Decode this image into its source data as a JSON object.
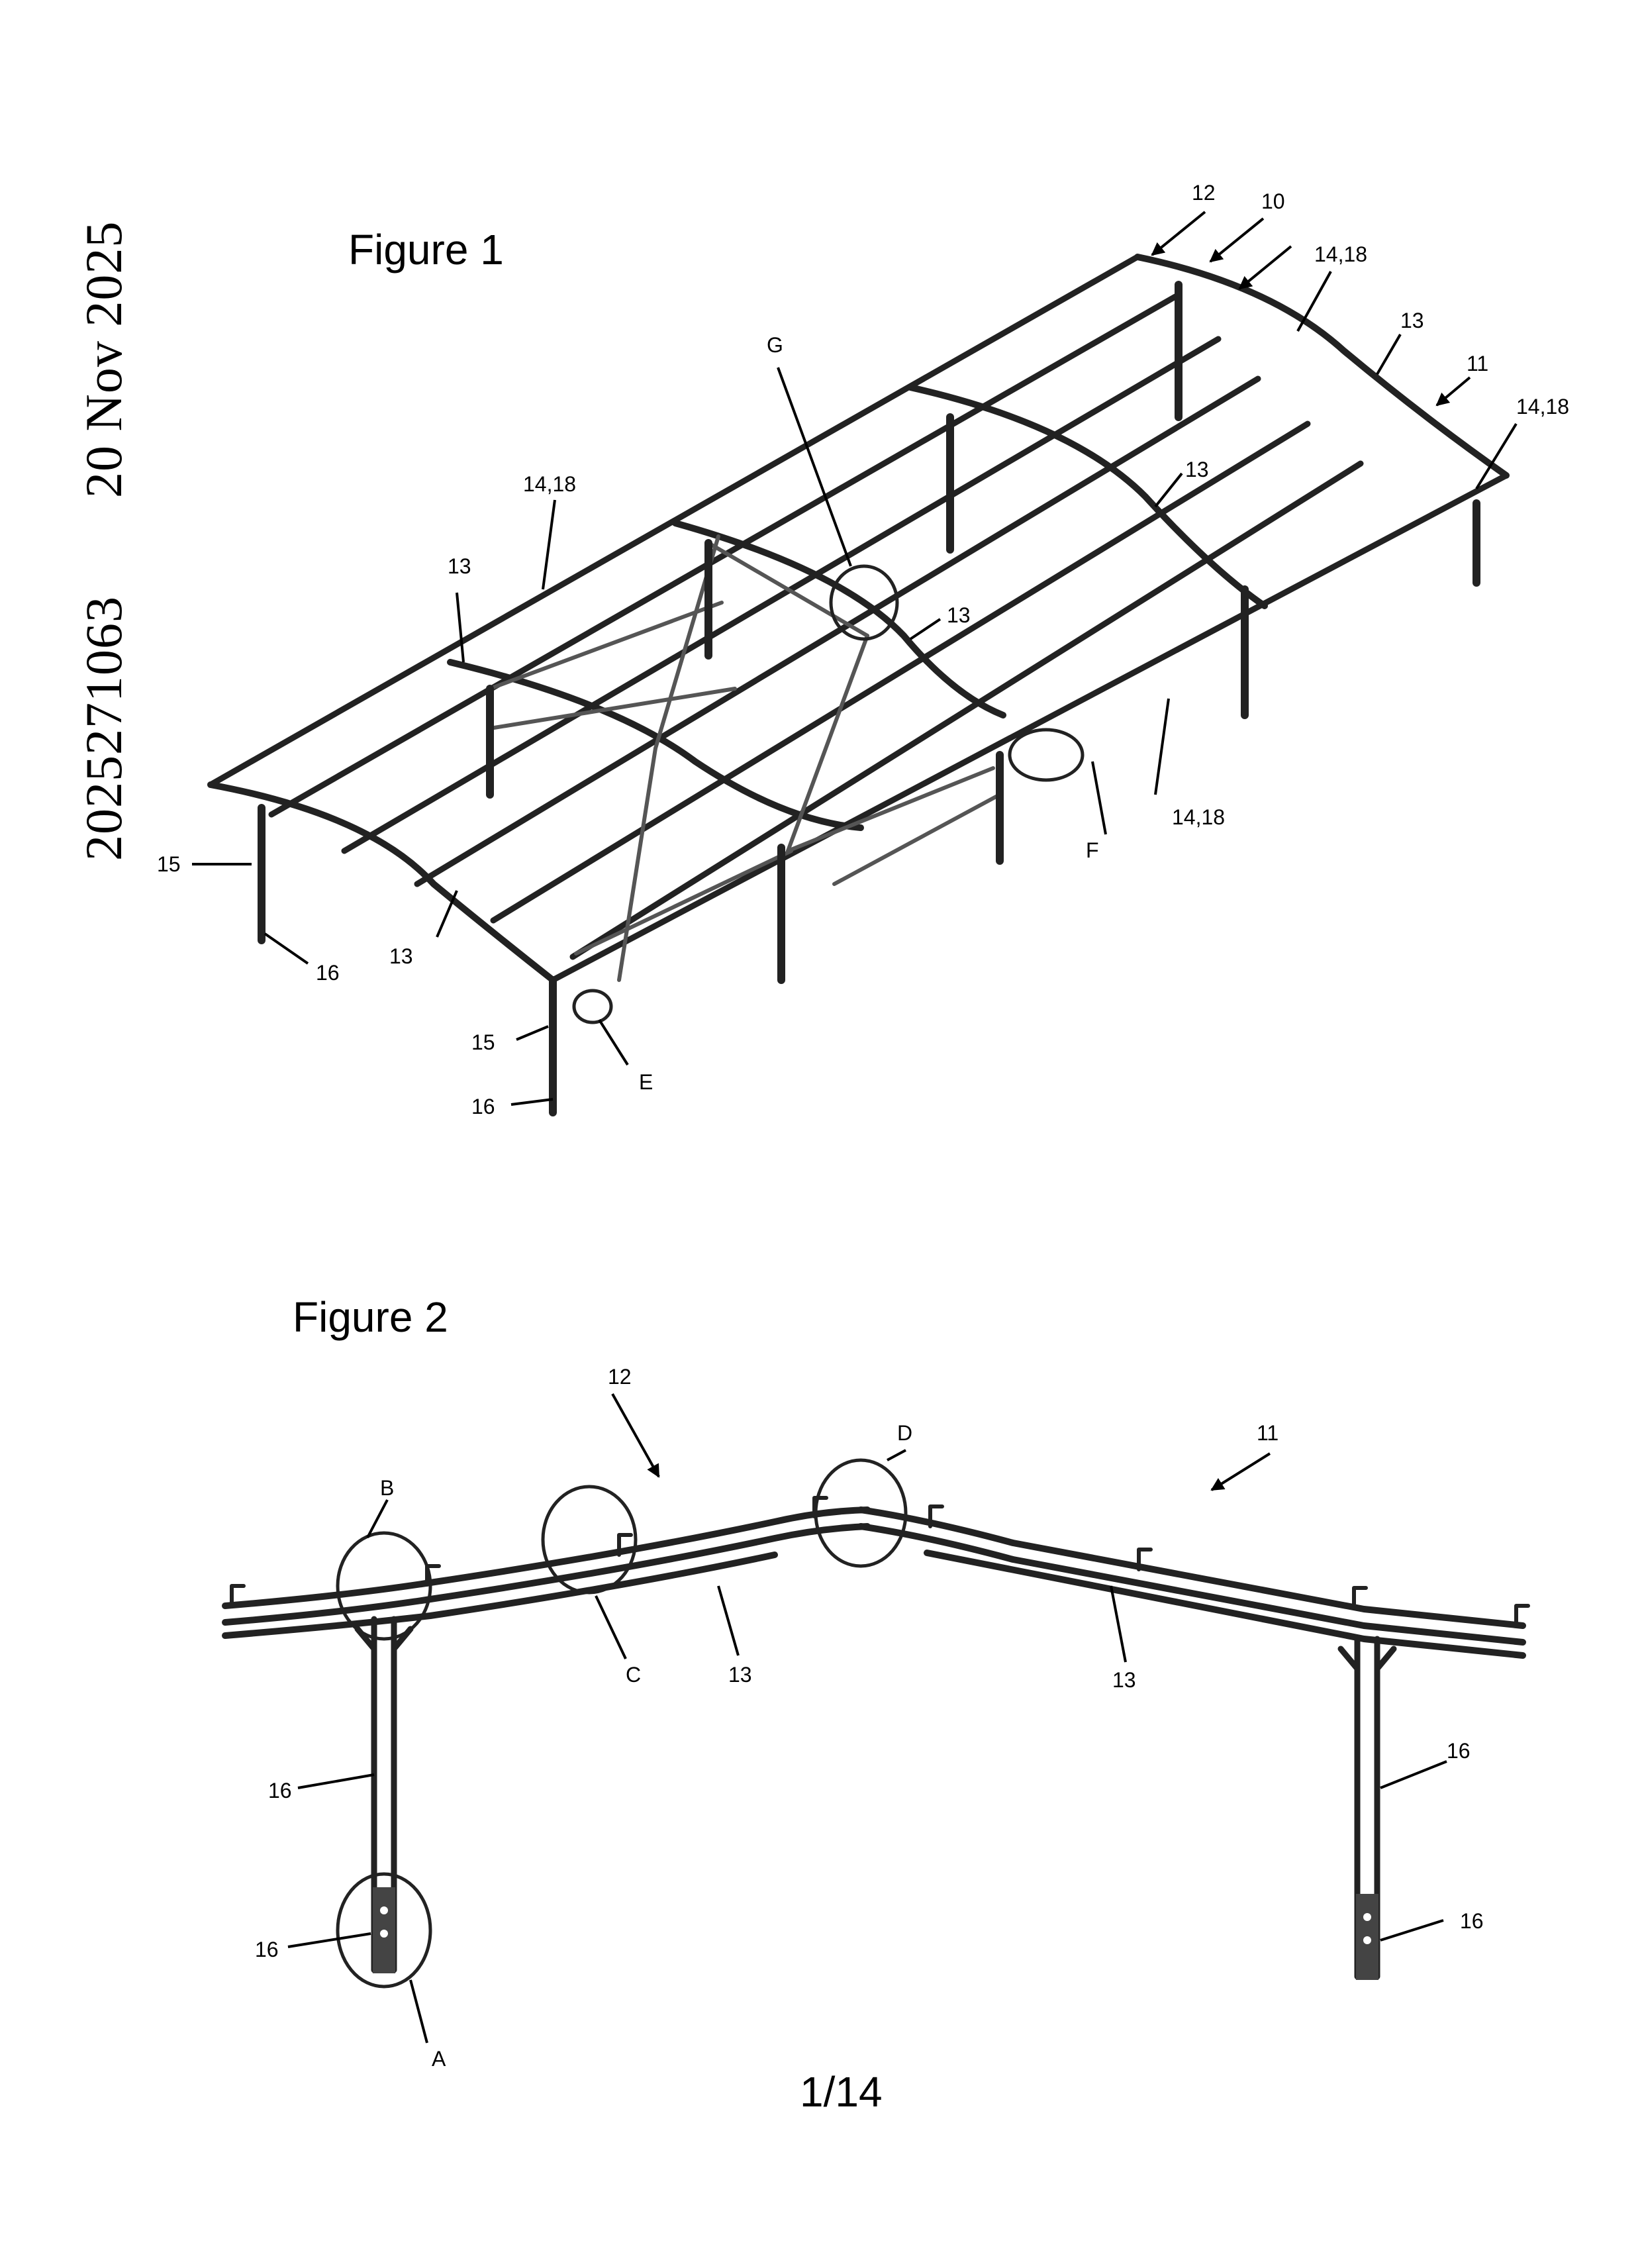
{
  "document": {
    "application_number": "2025271063",
    "filing_date": "20 Nov 2025",
    "page_number": "1/14"
  },
  "figure_1": {
    "title": "Figure 1",
    "reference_labels": {
      "12": "12",
      "10": "10",
      "14_18_top": "14,18",
      "13_right": "13",
      "11": "11",
      "14_18_right": "14,18",
      "G": "G",
      "14_18_left": "14,18",
      "13_left": "13",
      "13_middle": "13",
      "13_center": "13",
      "F": "F",
      "14_18_bottom": "14,18",
      "15_left": "15",
      "16_left": "16",
      "13_front": "13",
      "15_front": "15",
      "E": "E",
      "16_front": "16"
    }
  },
  "figure_2": {
    "title": "Figure 2",
    "reference_labels": {
      "12": "12",
      "D": "D",
      "11": "11",
      "B": "B",
      "C": "C",
      "13_left": "13",
      "13_right": "13",
      "16_left_post": "16",
      "16_left_base": "16",
      "A": "A",
      "16_right_post": "16",
      "16_right_base": "16"
    }
  }
}
